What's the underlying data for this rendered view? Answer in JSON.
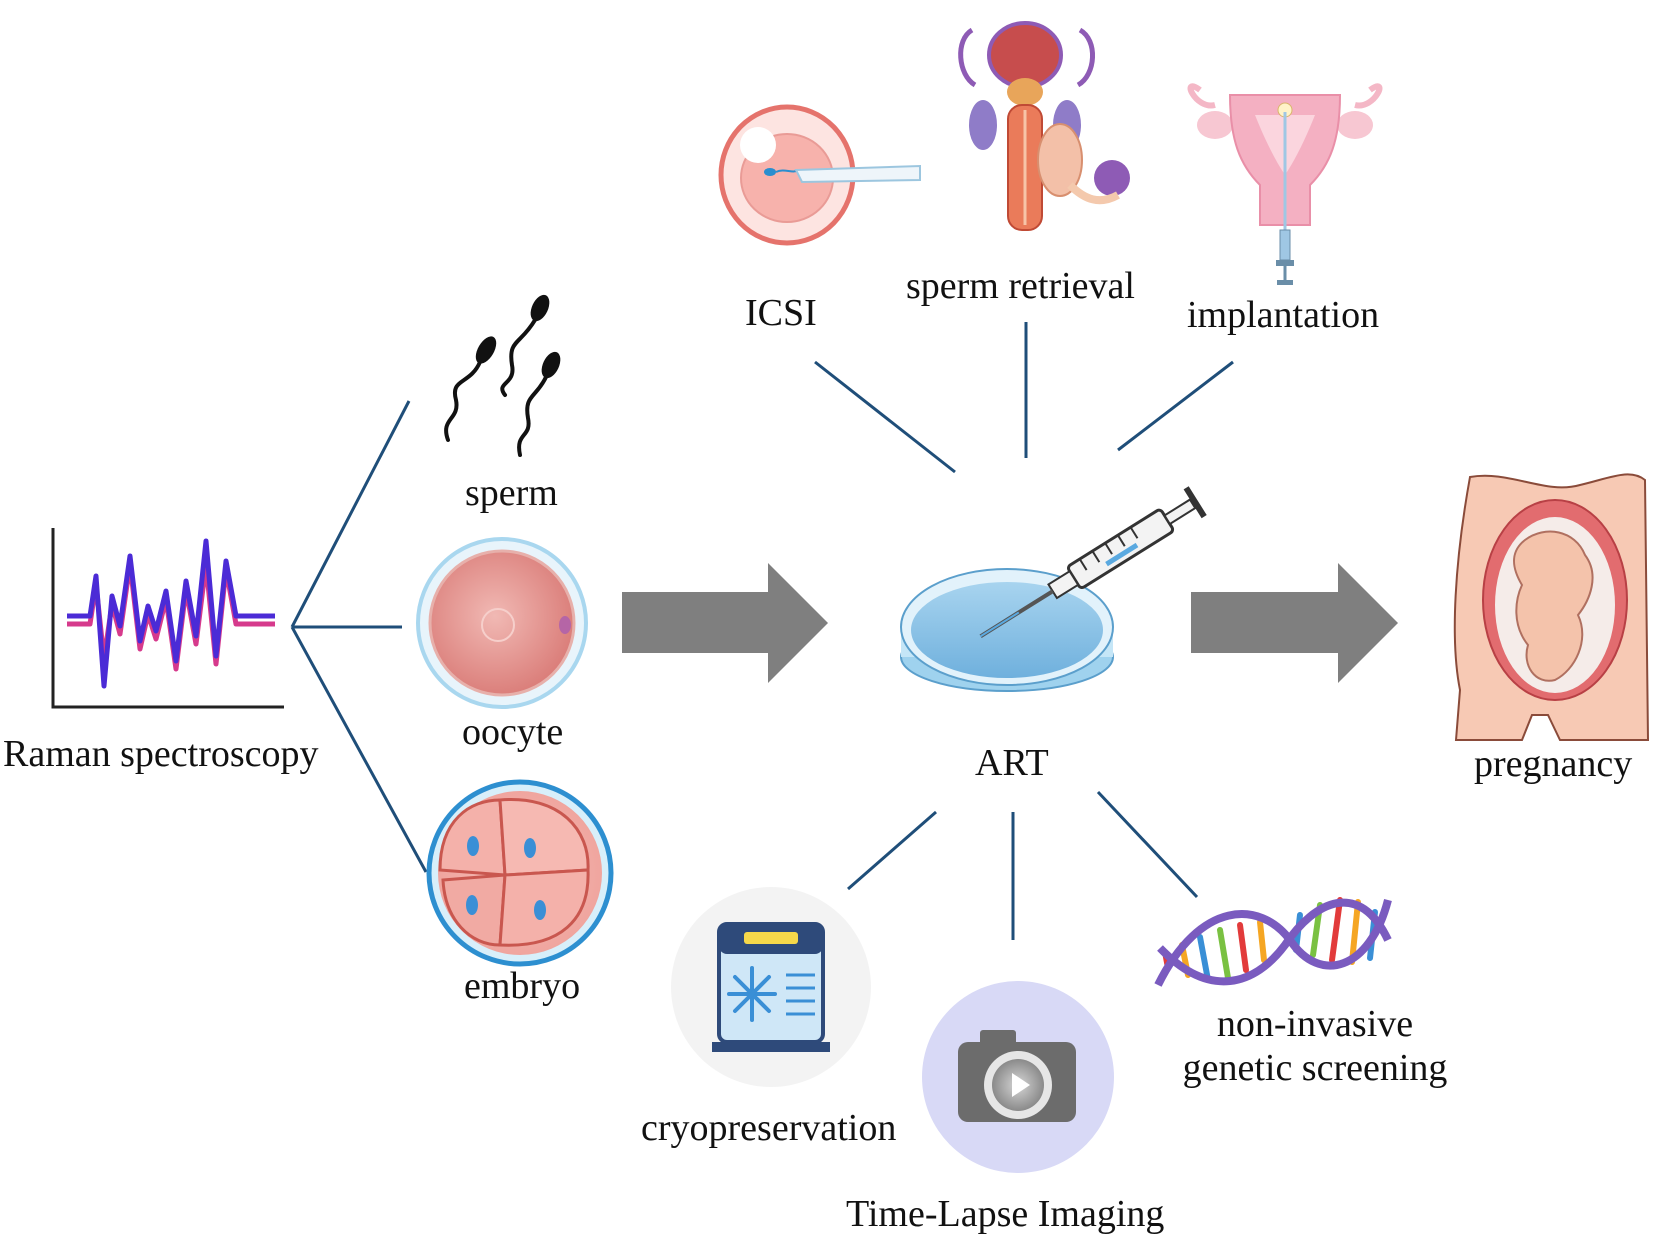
{
  "labels": {
    "raman": "Raman spectroscopy",
    "sperm": "sperm",
    "oocyte": "oocyte",
    "embryo": "embryo",
    "art": "ART",
    "pregnancy": "pregnancy",
    "icsi": "ICSI",
    "sperm_retrieval": "sperm retrieval",
    "implantation": "implantation",
    "cryopreservation": "cryopreservation",
    "time_lapse": "Time-Lapse Imaging",
    "screening_line1": "non-invasive",
    "screening_line2": "genetic screening"
  },
  "colors": {
    "connector": "#1f4e79",
    "arrow": "#7f7f7f",
    "spectrum": "#4b2bd6",
    "spectrum_shadow": "#d63a8c"
  },
  "icons": [
    "raman-spectrum-icon",
    "sperm-icon",
    "oocyte-icon",
    "embryo-icon",
    "petri-dish-syringe-icon",
    "pregnancy-icon",
    "icsi-icon",
    "male-reproductive-system-icon",
    "uterus-implantation-icon",
    "cryo-storage-icon",
    "camera-icon",
    "dna-helix-icon"
  ]
}
